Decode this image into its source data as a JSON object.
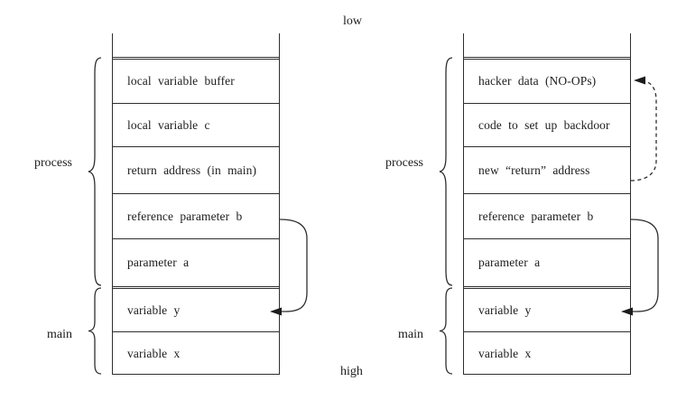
{
  "diagram": {
    "description": "Two call-stack diagrams comparing a normal stack with a buffer-overflow-attacked stack",
    "address_labels": {
      "top": "low",
      "bottom": "high"
    },
    "left_stack": {
      "process_label": "process",
      "main_label": "main",
      "process_rows": [
        "local variable buffer",
        "local variable c",
        "return address (in main)",
        "reference parameter b",
        "parameter a"
      ],
      "main_rows": [
        "variable y",
        "variable x"
      ]
    },
    "right_stack": {
      "process_label": "process",
      "main_label": "main",
      "process_rows": [
        "hacker data (NO-OPs)",
        "code to set up backdoor",
        "new “return” address",
        "reference parameter b",
        "parameter a"
      ],
      "main_rows": [
        "variable y",
        "variable x"
      ]
    },
    "arrows": {
      "left_solid": "reference parameter b points to variable y",
      "right_solid": "reference parameter b points to variable y",
      "right_dashed": "new return address points back to hacker data (NO-OPs)"
    },
    "colors": {
      "background": "#ffffff",
      "line": "#2e2e2e",
      "text": "#1c1c1c"
    }
  }
}
